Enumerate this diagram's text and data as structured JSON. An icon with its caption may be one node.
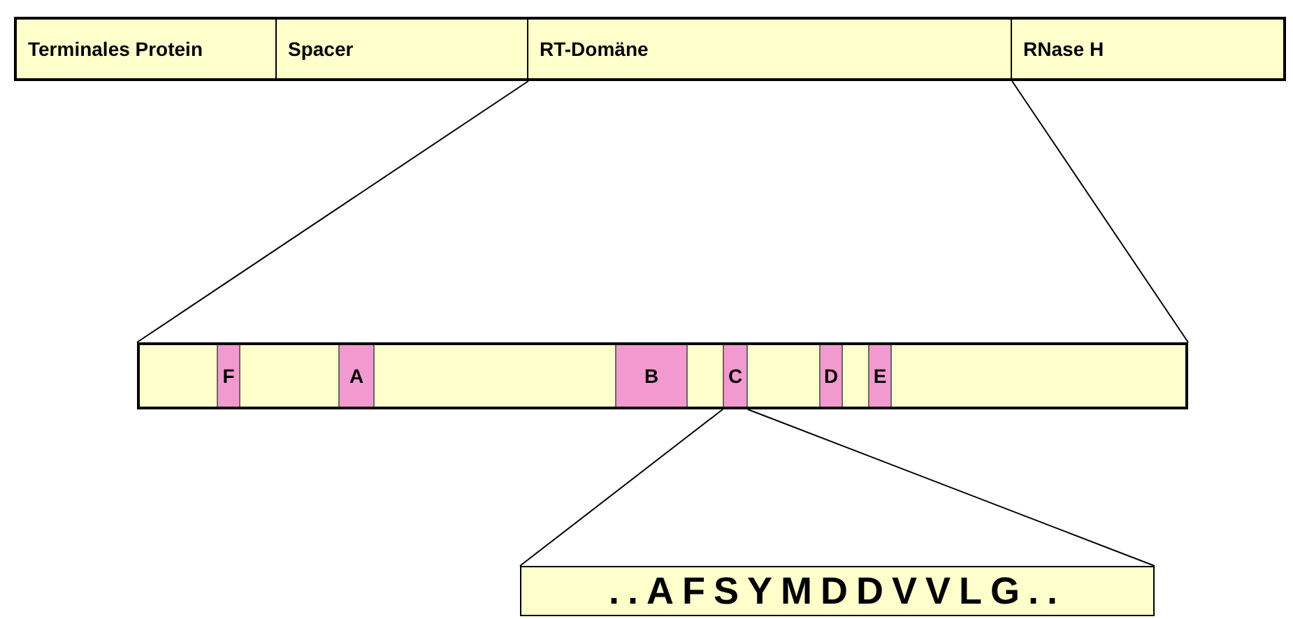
{
  "diagram": {
    "nodes": [
      {
        "text": [],
        "shape": "bar"
      },
      {
        "text": [
          "Terminales Protein"
        ],
        "in": 0
      },
      {
        "text": [
          "Spacer"
        ],
        "in": 0
      },
      {
        "text": [
          "RT-Domäne"
        ],
        "in": 0
      },
      {
        "text": [
          "RNase H"
        ],
        "in": 0
      },
      {
        "text": [],
        "shape": "bar"
      },
      {
        "text": [
          "F"
        ],
        "in": 5
      },
      {
        "text": [
          "A"
        ],
        "in": 5
      },
      {
        "text": [
          "B"
        ],
        "in": 5
      },
      {
        "text": [
          "C"
        ],
        "in": 5
      },
      {
        "text": [
          "D"
        ],
        "in": 5
      },
      {
        "text": [
          "E"
        ],
        "in": 5
      },
      {
        "text": [
          "..AFSYMDDVVLG.."
        ]
      }
    ],
    "edges": [
      {
        "from": 3,
        "to": 5,
        "arrow": "none"
      },
      {
        "from": 3,
        "to": 5,
        "arrow": "none"
      },
      {
        "from": 9,
        "to": 12,
        "arrow": "none"
      },
      {
        "from": 9,
        "to": 12,
        "arrow": "none"
      }
    ]
  }
}
